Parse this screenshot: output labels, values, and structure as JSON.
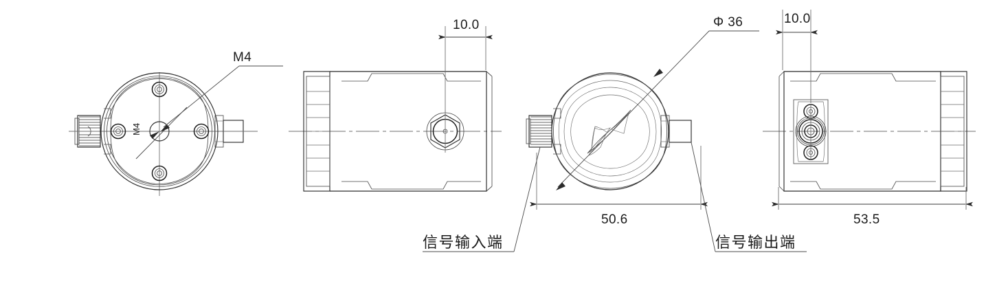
{
  "drawing": {
    "title": "Sensor outline dimension drawing",
    "background_color": "#ffffff",
    "line_color": "#2b2b2b",
    "views": [
      {
        "id": "view-front-face",
        "name": "front-face-view",
        "description": "Circular front face with four M4 mounting holes and center boss"
      },
      {
        "id": "view-side-left",
        "name": "left-side-view",
        "description": "Side profile body with knurled end cap and hex fitting"
      },
      {
        "id": "view-rear-face",
        "name": "rear-face-view",
        "description": "Circular rear face with diamond shaped indicator"
      },
      {
        "id": "view-side-right",
        "name": "right-side-view",
        "description": "Opposite side profile with connector plate"
      }
    ]
  },
  "labels": {
    "m4_callout": "M4",
    "m4_inner": "M4",
    "diameter_callout": "Φ 36",
    "dim_top_left": "10.0",
    "dim_top_right": "10.0",
    "dim_length_mid": "50.6",
    "dim_length_right": "53.5",
    "signal_input": "信号输入端",
    "signal_output": "信号输出端"
  }
}
